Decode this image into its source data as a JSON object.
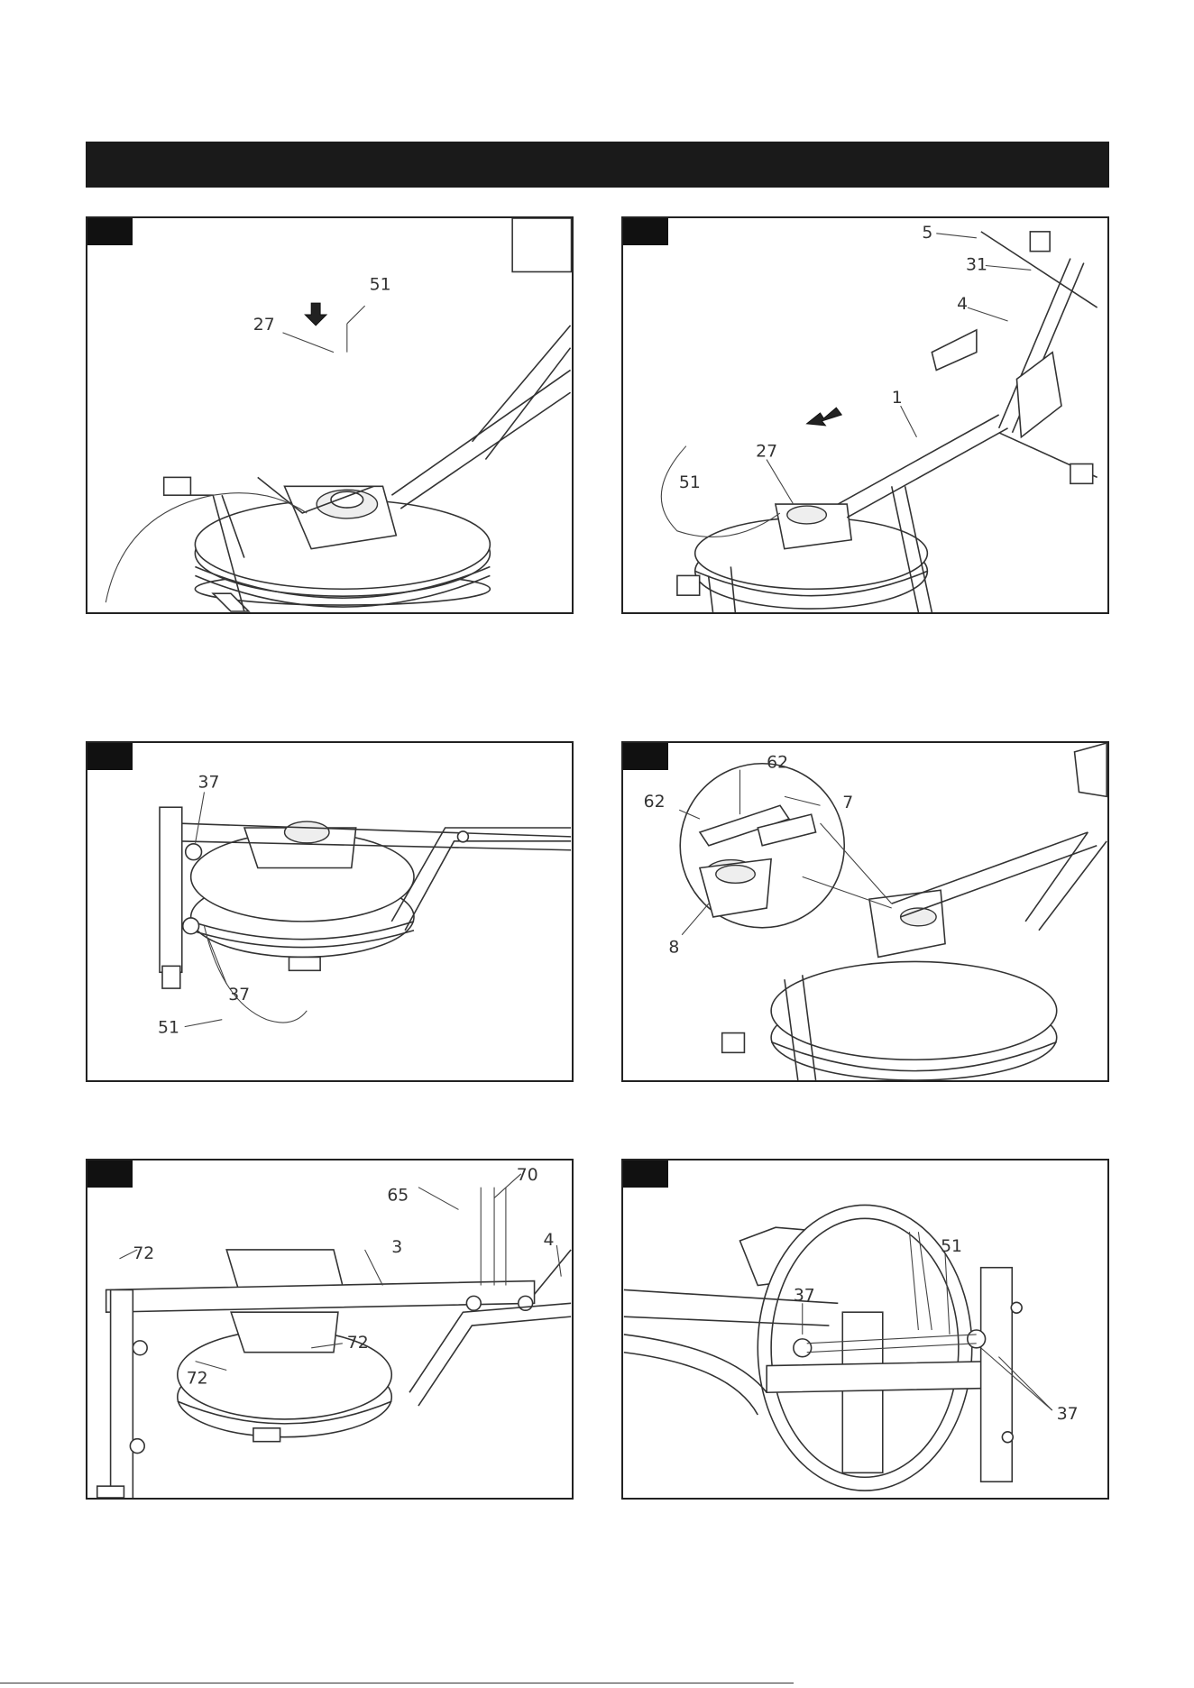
{
  "panels": [
    {
      "id": "step-a",
      "labels": [
        "51",
        "27"
      ]
    },
    {
      "id": "step-b",
      "labels": [
        "5",
        "31",
        "4",
        "1",
        "27",
        "51"
      ]
    },
    {
      "id": "step-c",
      "labels": [
        "37",
        "37",
        "51"
      ]
    },
    {
      "id": "step-d",
      "labels": [
        "62",
        "62",
        "7",
        "8"
      ]
    },
    {
      "id": "step-e",
      "labels": [
        "70",
        "65",
        "4",
        "3",
        "72",
        "72",
        "72"
      ]
    },
    {
      "id": "step-f",
      "labels": [
        "51",
        "37",
        "37"
      ]
    }
  ],
  "colors": {
    "header_bar": "#1a1a1a",
    "line": "#333333"
  }
}
